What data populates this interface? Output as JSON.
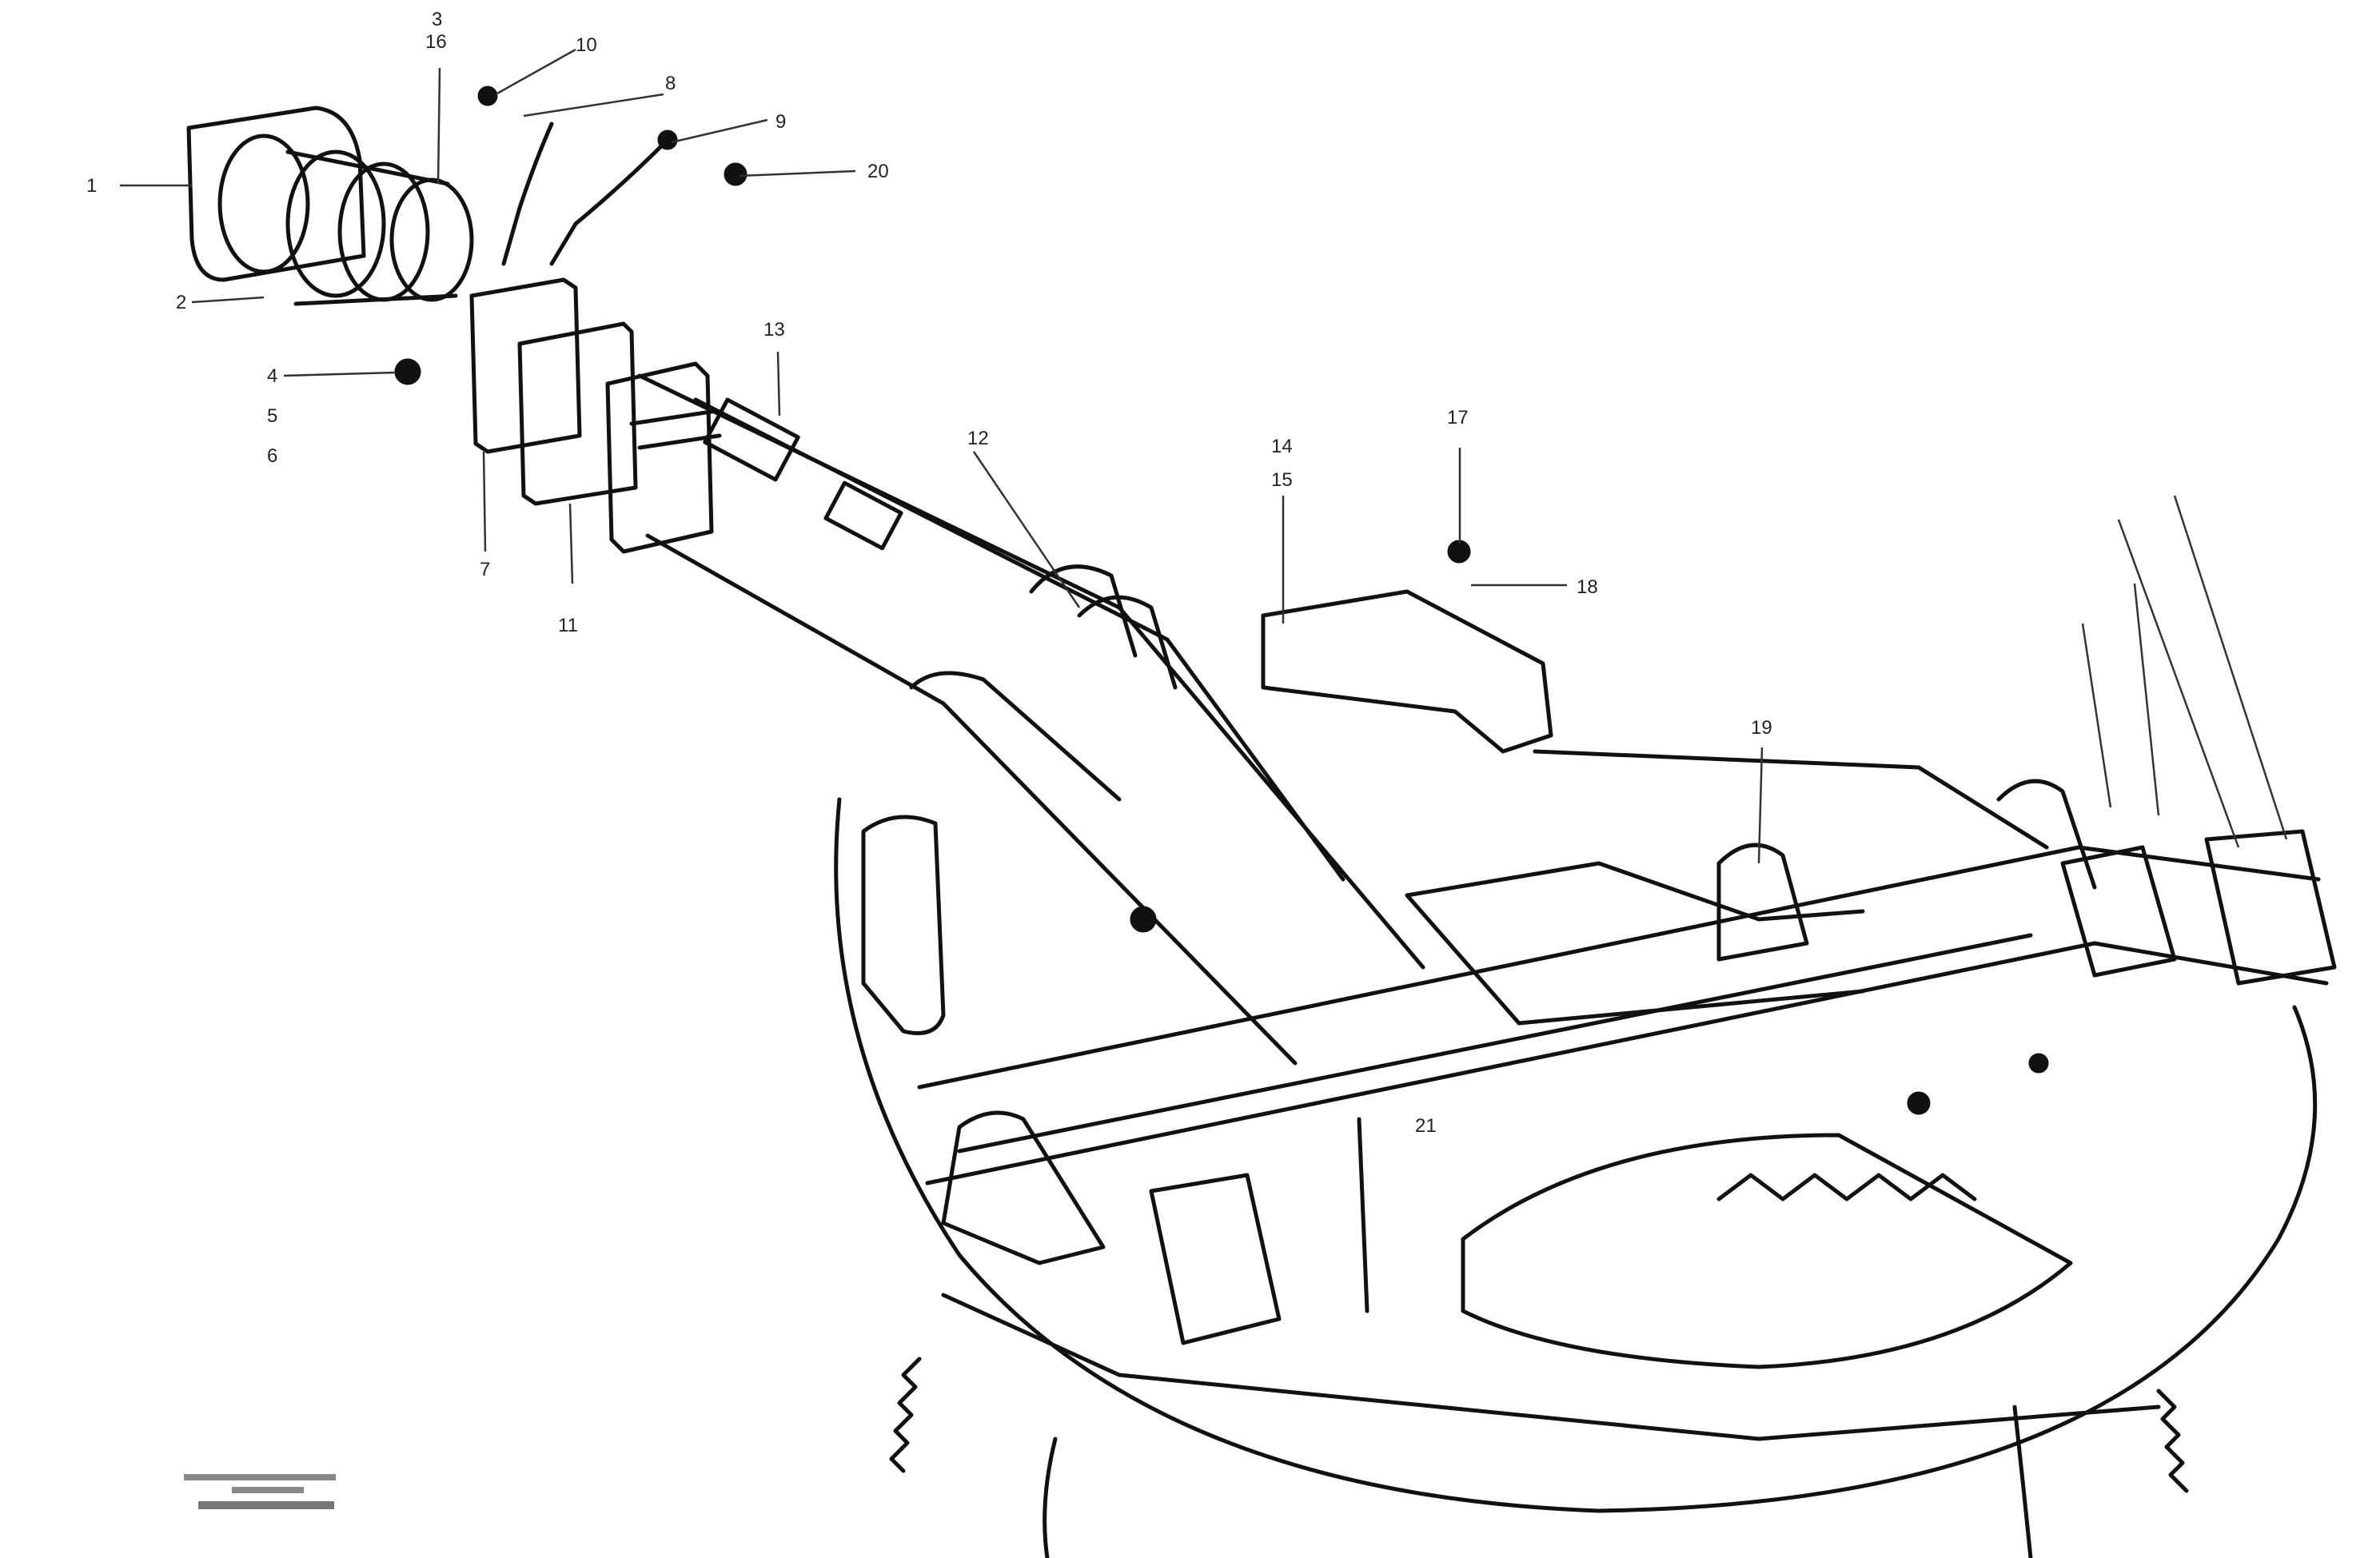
{
  "callouts": [
    "1",
    "2",
    "3",
    "4",
    "5",
    "6",
    "7",
    "8",
    "9",
    "10",
    "11",
    "12",
    "13",
    "14",
    "15",
    "16",
    "17",
    "18",
    "19",
    "20",
    "21"
  ],
  "stamp": [
    "",
    "",
    ""
  ]
}
